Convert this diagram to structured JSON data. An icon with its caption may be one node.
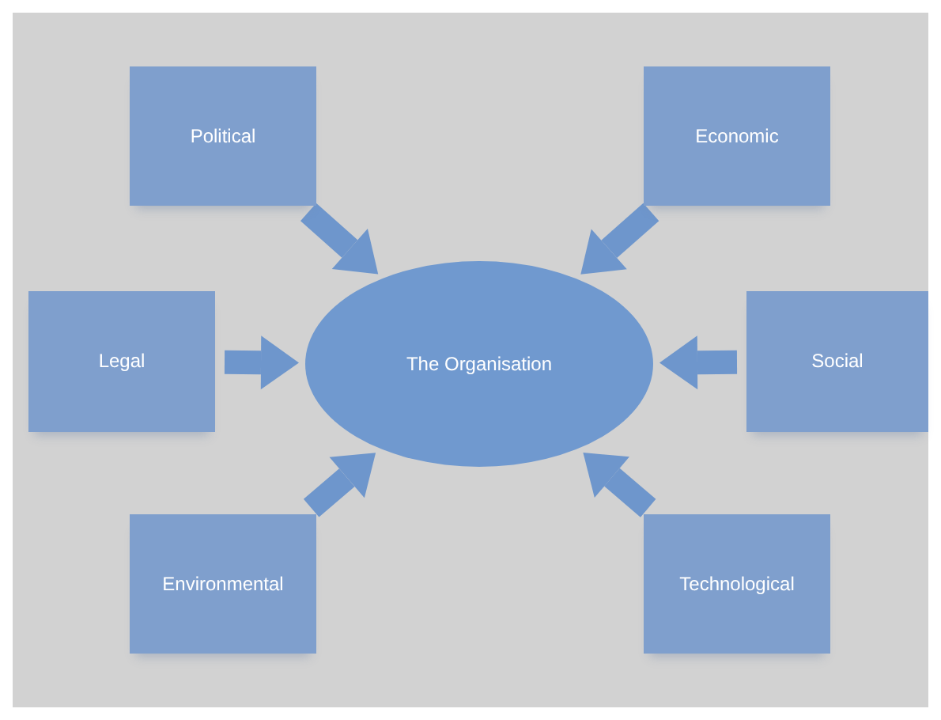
{
  "diagram": {
    "nodes": [
      {
        "text": [
          "Political"
        ]
      },
      {
        "text": [
          "Economic"
        ]
      },
      {
        "text": [
          "Legal"
        ]
      },
      {
        "text": [
          "The Organisation"
        ]
      },
      {
        "text": [
          "Social"
        ]
      },
      {
        "text": [
          "Environmental"
        ]
      },
      {
        "text": [
          "Technological"
        ]
      }
    ],
    "edges": [
      {
        "from": 0,
        "to": 3,
        "arrow": "to"
      },
      {
        "from": 1,
        "to": 3,
        "arrow": "to"
      },
      {
        "from": 2,
        "to": 3,
        "arrow": "to"
      },
      {
        "from": 4,
        "to": 3,
        "arrow": "to"
      },
      {
        "from": 5,
        "to": 3,
        "arrow": "to"
      },
      {
        "from": 6,
        "to": 3,
        "arrow": "to"
      }
    ]
  }
}
